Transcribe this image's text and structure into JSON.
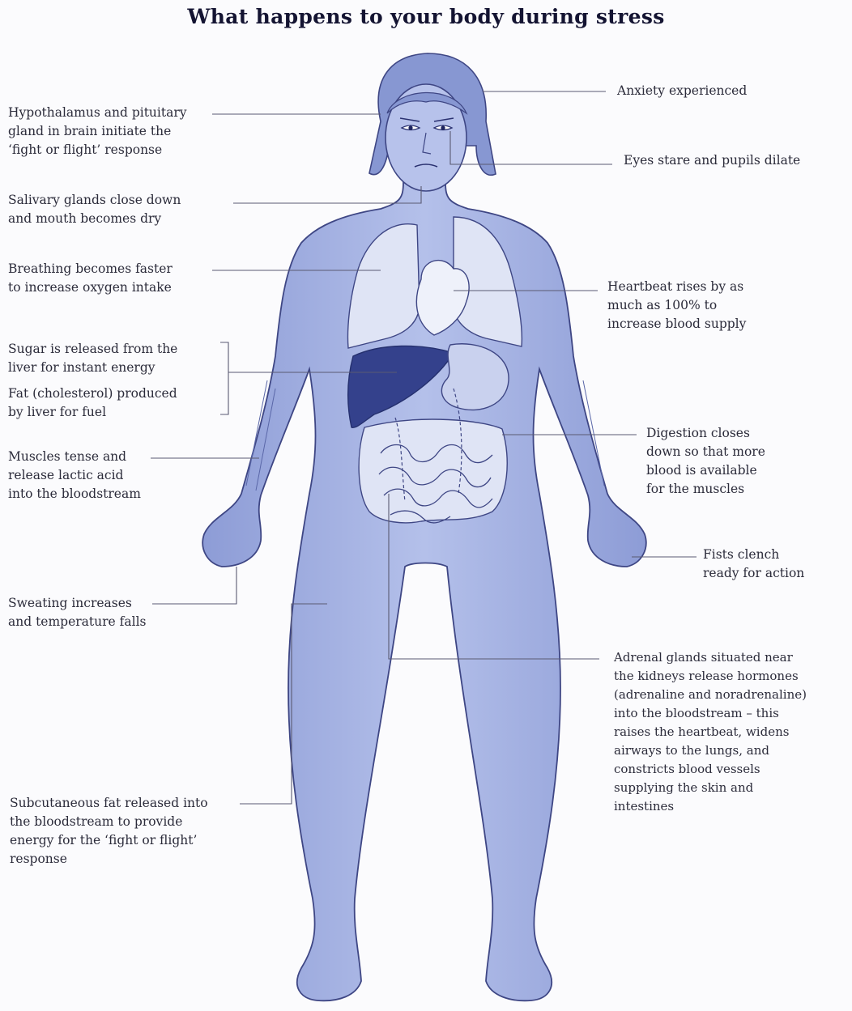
{
  "title": "What happens to your body during stress",
  "labels": {
    "hypothalamus": [
      "Hypothalamus and pituitary",
      "gland in brain initiate the",
      "‘fight or flight’ response"
    ],
    "salivary": [
      "Salivary glands close down",
      "and mouth becomes dry"
    ],
    "breathing": [
      "Breathing becomes faster",
      "to increase oxygen intake"
    ],
    "sugar": [
      "Sugar is released from the",
      "liver for instant energy"
    ],
    "fat": [
      "Fat (cholesterol) produced",
      "by liver for fuel"
    ],
    "muscles": [
      "Muscles tense and",
      "release lactic acid",
      "into the bloodstream"
    ],
    "sweating": [
      "Sweating increases",
      "and temperature falls"
    ],
    "subcutaneous": [
      "Subcutaneous fat released into",
      "the bloodstream to provide",
      "energy for the ‘fight or flight’",
      "response"
    ],
    "anxiety": [
      "Anxiety experienced"
    ],
    "eyes": [
      "Eyes stare and pupils dilate"
    ],
    "heartbeat": [
      "Heartbeat rises by as",
      "much as 100% to",
      "increase blood supply"
    ],
    "digestion": [
      "Digestion closes",
      "down so that more",
      "blood is available",
      "for the muscles"
    ],
    "fists": [
      "Fists clench",
      "ready for action"
    ],
    "adrenal": [
      "Adrenal glands situated near",
      "the kidneys release hormones",
      "(adrenaline and noradrenaline)",
      "into the bloodstream – this",
      "raises the heartbeat, widens",
      "airways to the lungs, and",
      "constricts blood vessels",
      "supplying the skin and",
      "intestines"
    ]
  },
  "colors": {
    "body_fill": "#a9b6e3",
    "body_outline": "#3e4684",
    "organ_fill": "#dfe4f5",
    "liver_fill": "#34418c",
    "leader_line": "#5a5a72",
    "text": "#2b2b3a"
  }
}
